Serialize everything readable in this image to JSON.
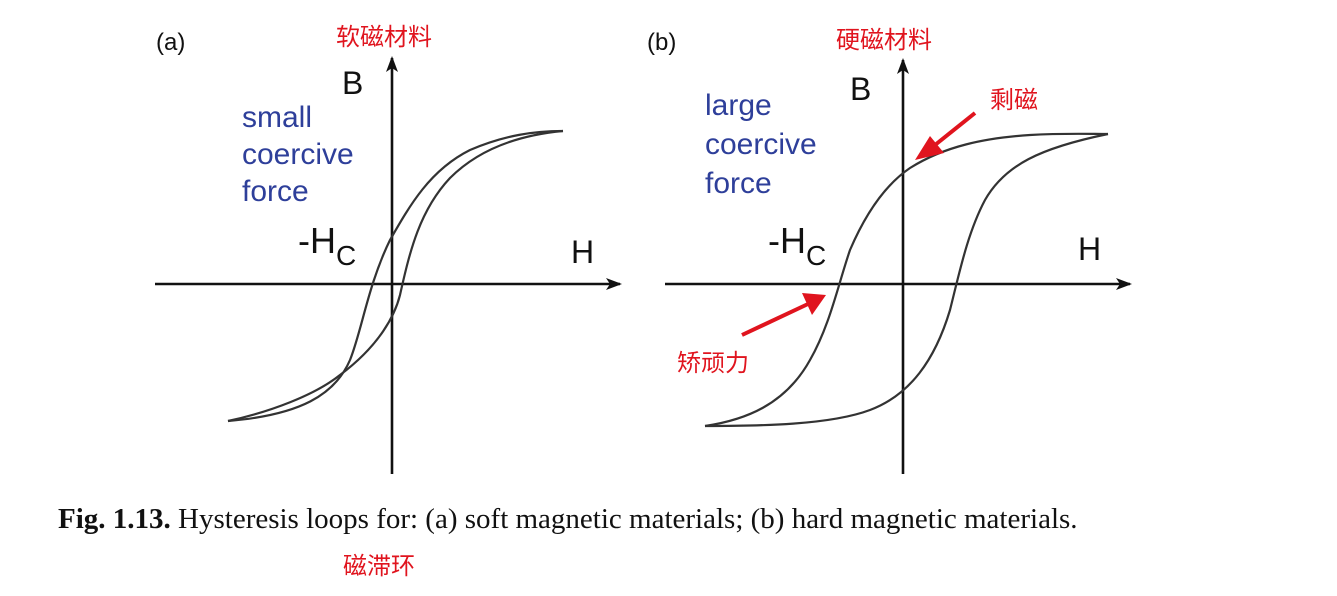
{
  "panels": {
    "a": {
      "tag": "(a)",
      "cn_title": "软磁材料",
      "axis_b": "B",
      "axis_h": "H",
      "hc": "-H",
      "hc_sub": "C",
      "force_lines": [
        "small",
        "coercive",
        "force"
      ]
    },
    "b": {
      "tag": "(b)",
      "cn_title": "硬磁材料",
      "axis_b": "B",
      "axis_h": "H",
      "hc": "-H",
      "hc_sub": "C",
      "force_lines": [
        "large",
        "coercive",
        "force"
      ],
      "remanence_label": "剩磁",
      "coercivity_label": "矫顽力"
    }
  },
  "caption": {
    "lead": "Fig. 1.13.",
    "text": "Hysteresis loops for: (a) soft magnetic materials; (b) hard magnetic materials.",
    "note": "磁滞环"
  },
  "colors": {
    "annotation_red": "#e0141e",
    "label_blue": "#2e3f9a",
    "ink": "#111111"
  }
}
